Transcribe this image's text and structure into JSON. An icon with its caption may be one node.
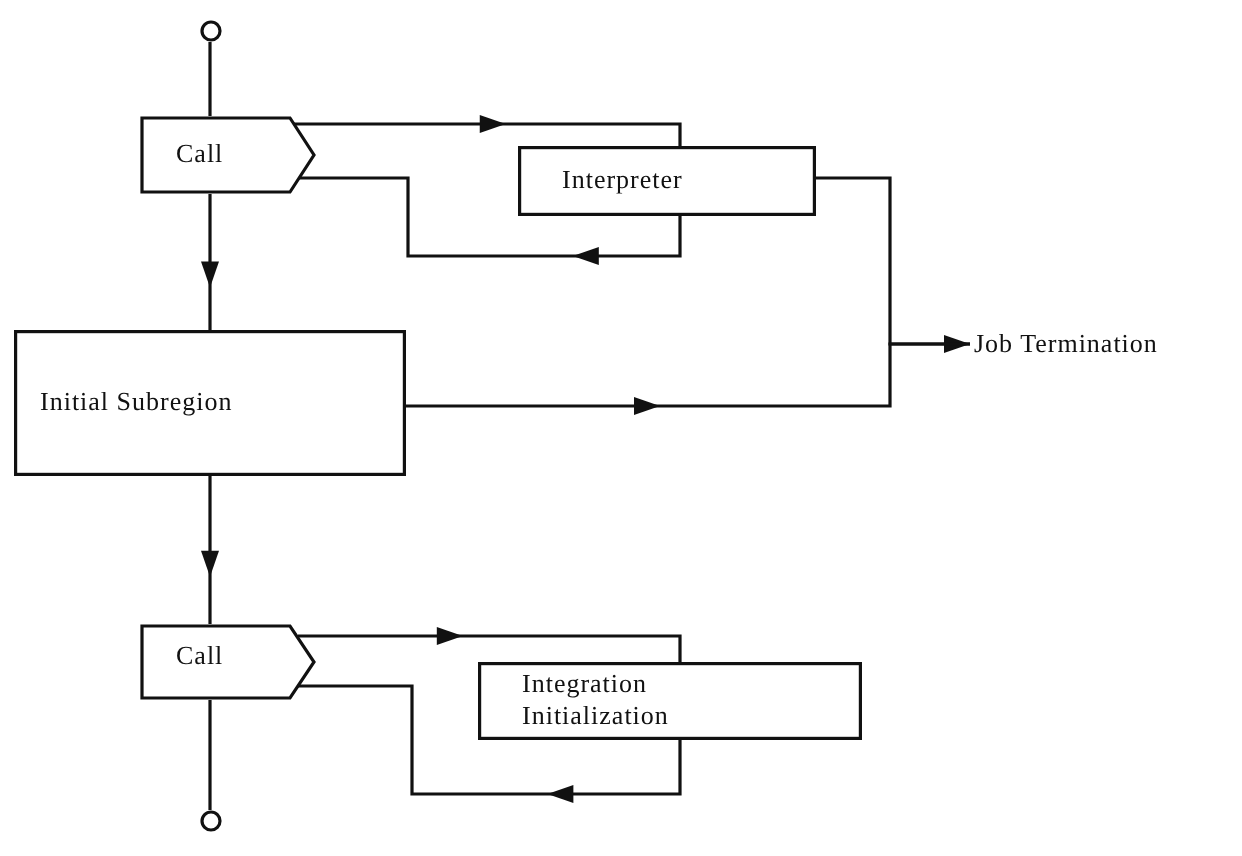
{
  "diagram": {
    "nodes": [
      {
        "text": [],
        "shape": "circle"
      },
      {
        "text": [
          "Call"
        ]
      },
      {
        "text": [
          "Interpreter"
        ]
      },
      {
        "text": [
          "Job Termination"
        ]
      },
      {
        "text": [
          "Initial Subregion"
        ]
      },
      {
        "text": [
          "Call"
        ]
      },
      {
        "text": [
          "Integration Initialization"
        ]
      },
      {
        "text": [],
        "shape": "circle"
      }
    ],
    "edges": [
      {
        "from": 0,
        "to": 1,
        "arrow": "none"
      },
      {
        "from": 1,
        "to": 2,
        "arrow": "to"
      },
      {
        "from": 2,
        "to": 1,
        "arrow": "to"
      },
      {
        "from": 1,
        "to": 4,
        "arrow": "to"
      },
      {
        "from": 2,
        "to": 3,
        "arrow": "to"
      },
      {
        "from": 4,
        "to": 3,
        "arrow": "to"
      },
      {
        "from": 4,
        "to": 5,
        "arrow": "to"
      },
      {
        "from": 5,
        "to": 6,
        "arrow": "to"
      },
      {
        "from": 6,
        "to": 5,
        "arrow": "to"
      },
      {
        "from": 5,
        "to": 7,
        "arrow": "none"
      }
    ]
  }
}
